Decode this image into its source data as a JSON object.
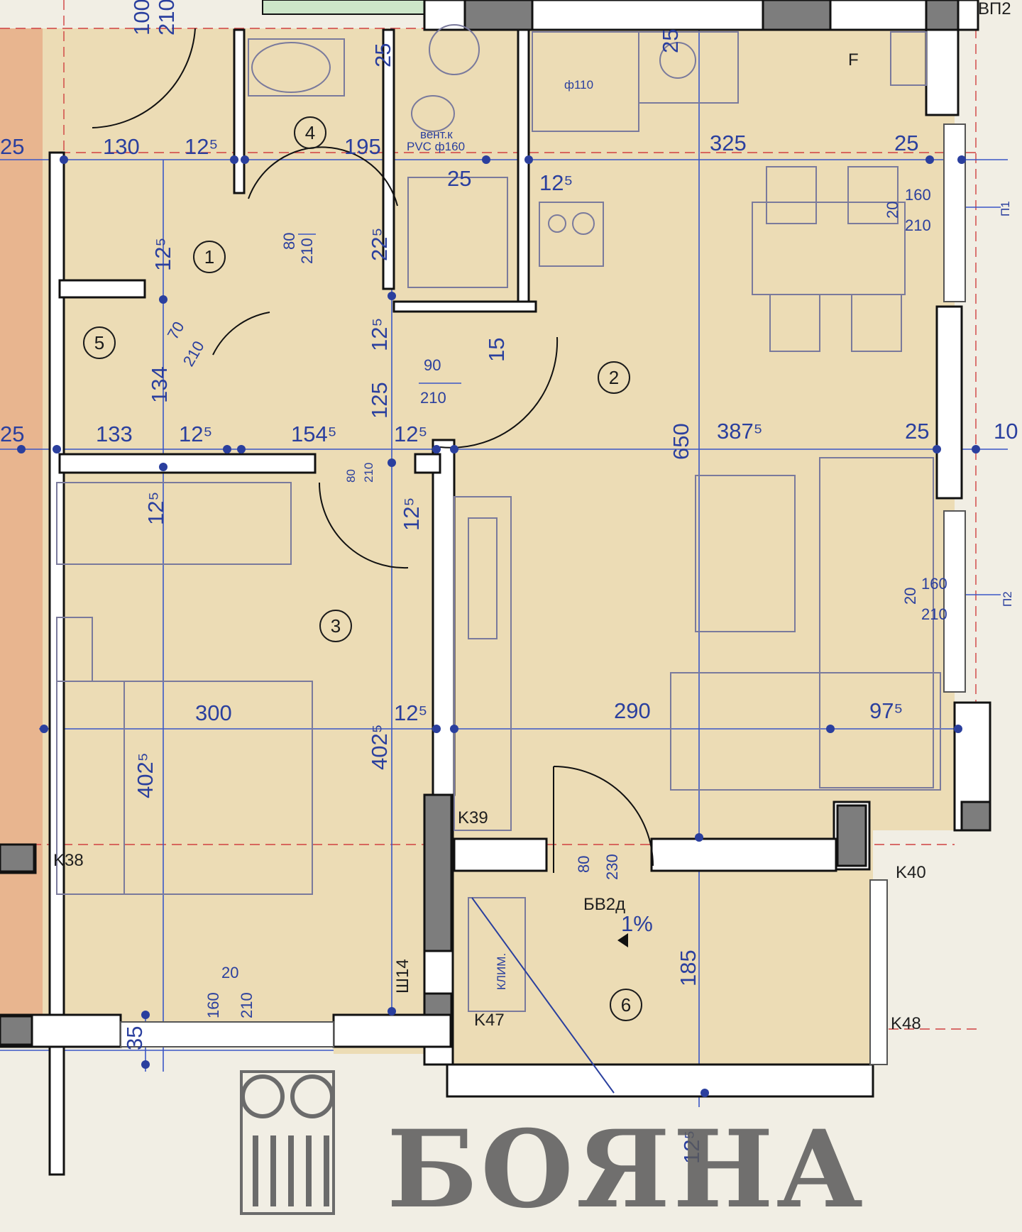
{
  "rooms": [
    "1",
    "2",
    "3",
    "4",
    "5",
    "6"
  ],
  "dimensions": {
    "d_100": "100",
    "d_210_top": "210",
    "d_25_a": "25",
    "d_25_b": "25",
    "d_130": "130",
    "d_12_5_a": "12⁵",
    "d_195": "195",
    "d_325": "325",
    "d_25_c": "25",
    "d_25_d": "25",
    "d_25_left": "25",
    "d_12_5_b": "12⁵",
    "d_22_5": "22⁵",
    "d_12_5_c": "12⁵",
    "d_12_5_d": "12⁵",
    "d_15": "15",
    "d_134": "134",
    "d_125": "125",
    "d_133": "133",
    "d_12_5_e": "12⁵",
    "d_154_5": "154⁵",
    "d_12_5_f": "12⁵",
    "d_650": "650",
    "d_387_5": "387⁵",
    "d_25_e": "25",
    "d_10": "10",
    "d_25_left2": "25",
    "d_12_5_g": "12⁵",
    "d_12_5_h": "12⁵",
    "d_300": "300",
    "d_402_5_a": "402⁵",
    "d_402_5_b": "402⁵",
    "d_12_5_i": "12⁵",
    "d_290": "290",
    "d_97_5": "97⁵",
    "d_185": "185",
    "d_35": "35",
    "d_12_5_j": "12⁵",
    "d_1pct": "1%"
  },
  "doors": {
    "d80_210_a": [
      "80",
      "210"
    ],
    "d70_210": [
      "70",
      "210"
    ],
    "d90_210": [
      "90",
      "210"
    ],
    "d80_210_b": [
      "80",
      "210"
    ],
    "d20_160_210_a": [
      "20",
      "160",
      "210"
    ],
    "d20_160_210_b": [
      "20",
      "160",
      "210"
    ],
    "d160_20_210": [
      "160",
      "20",
      "210"
    ],
    "d80_230": [
      "80",
      "230"
    ]
  },
  "labels": {
    "vp2": "ВП2",
    "vent_pvc": "PVC ф160",
    "vent_top": "вент.к",
    "phi110": "ф110",
    "f": "F",
    "k38": "K38",
    "k39": "K39",
    "k40": "K40",
    "k47": "K47",
    "k48": "K48",
    "sh14": "Ш14",
    "bv2d": "БВ2д",
    "klim": "КЛИМ.",
    "grid_p1": "П1",
    "grid_p2": "П2"
  },
  "brand": {
    "name": "БОЯНА"
  }
}
